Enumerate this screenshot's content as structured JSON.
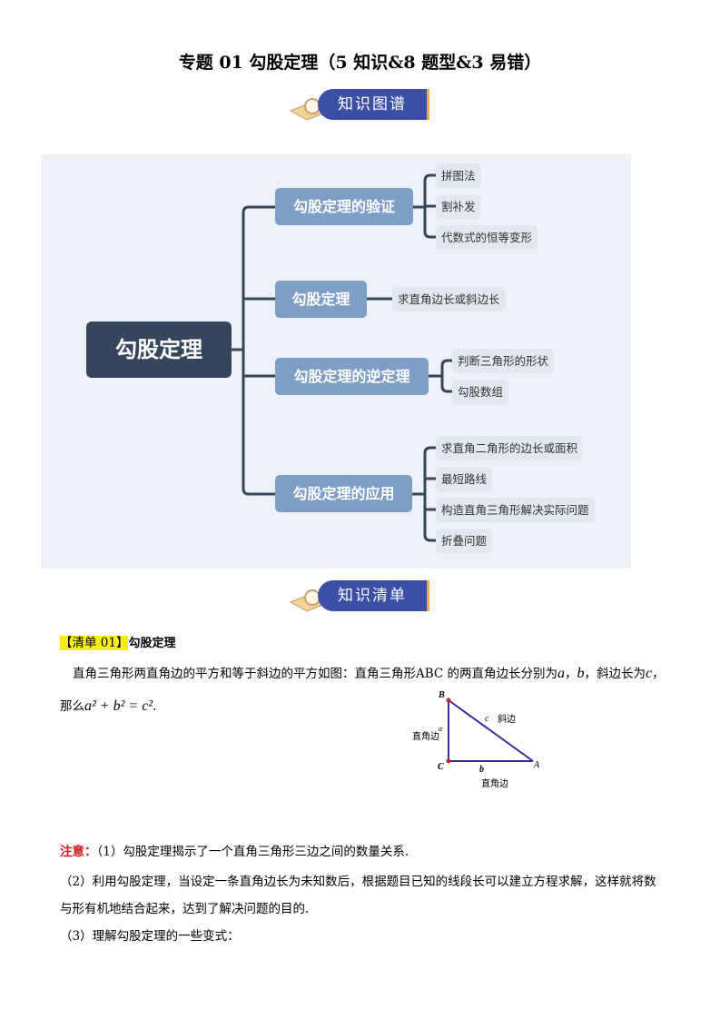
{
  "title": "专题 01  勾股定理（5 知识&8 题型&3 易错）",
  "badges": {
    "map": "知识图谱",
    "list": "知识清单"
  },
  "mindmap": {
    "root": "勾股定理",
    "branches": [
      {
        "label": "勾股定理的验证",
        "leaves": [
          "拼图法",
          "割补发",
          "代数式的恒等变形"
        ]
      },
      {
        "label": "勾股定理",
        "leaves": [
          "求直角边长或斜边长"
        ]
      },
      {
        "label": "勾股定理的逆定理",
        "leaves": [
          "判断三角形的形状",
          "勾股数组"
        ]
      },
      {
        "label": "勾股定理的应用",
        "leaves": [
          "求直角二角形的边长或面积",
          "最短路线",
          "构造直角三角形解决实际问题",
          "折叠问题"
        ]
      }
    ]
  },
  "section1": {
    "tag": "【清单 01】",
    "heading": "勾股定理",
    "para1": "直角三角形两直角边的平方和等于斜边的平方如图：直角三角形ABC 的两直角边长分别为",
    "var_a": "a",
    "sep1": "，",
    "var_b": "b",
    "mid": "，斜边长为",
    "var_c": "c",
    "end1": "，",
    "para2_prefix": "那么",
    "formula": "a² + b² = c²",
    "para2_end": "."
  },
  "figure": {
    "B": "B",
    "C": "C",
    "A": "A",
    "a": "a",
    "b": "b",
    "c": "c",
    "hyp": "斜边",
    "leg_v": "直角边",
    "leg_h": "直角边",
    "line_color": "#3b2a9a",
    "point_color": "#c0282d"
  },
  "notes": {
    "label": "注意：",
    "n1": "（1）勾股定理揭示了一个直角三角形三边之间的数量关系.",
    "n2": "（2）利用勾股定理，当设定一条直角边长为未知数后，根据题目已知的线段长可以建立方程求解，这样就将数",
    "n2b": "与形有机地结合起来，达到了解决问题的目的.",
    "n3": "（3）理解勾股定理的一些变式："
  }
}
